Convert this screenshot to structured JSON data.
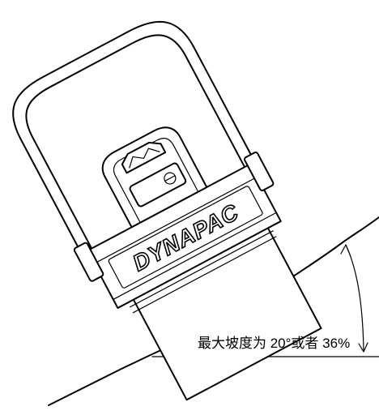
{
  "diagram": {
    "brand_label": "DYNAPAC",
    "slope_caption": "最大坡度为 20°或者 36%",
    "max_slope_degrees": 20,
    "max_slope_percent": 36
  }
}
